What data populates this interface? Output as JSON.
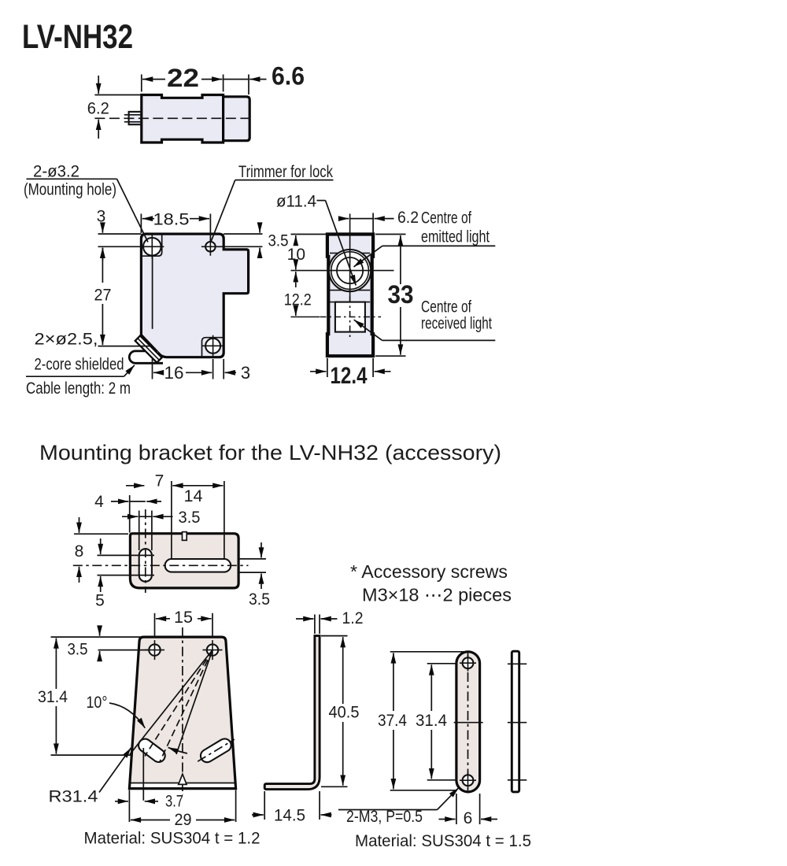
{
  "title": "LV-NH32",
  "section2_title": "Mounting bracket for the LV-NH32 (accessory)",
  "colors": {
    "sensor_fill": "#e9eaf4",
    "bracket_fill": "#ede6e3",
    "hole_fill": "#ffffff",
    "line": "#0a0a0a",
    "text": "#1c1c1c"
  },
  "sensor": {
    "top_view": {
      "dim_body_length": "22",
      "dim_nose_length": "6.6",
      "dim_center_offset": "6.2"
    },
    "side_view": {
      "label_mounting_hole_1": "2-ø3.2",
      "label_mounting_hole_2": "(Mounting hole)",
      "label_trimmer": "Trimmer for lock",
      "dim_hole_top_offset": "3",
      "dim_hole_to_trimmer": "18.5",
      "dim_trimmer_top_offset": "3.5",
      "dim_hole_pitch_v": "27",
      "dim_hole_pitch_h": "16",
      "dim_hole_right_offset": "3",
      "label_cable_1": "2×ø2.5,",
      "label_cable_2": "2-core shielded",
      "label_cable_3": "Cable length: 2 m"
    },
    "front_view": {
      "dim_lens_dia": "ø11.4",
      "dim_lens_offset": "6.2",
      "label_emitted_1": "Centre of",
      "label_emitted_2": "emitted light",
      "dim_lens_top": "10",
      "dim_lens_to_receiver": "12.2",
      "dim_height": "33",
      "label_received_1": "Centre of",
      "label_received_2": "received light",
      "dim_width": "12.4"
    }
  },
  "bracket": {
    "note_line_1": "* Accessory screws",
    "note_line_2": "M3×18 ⋯2 pieces",
    "top_view": {
      "dim_slot_to_slot": "7",
      "dim_slot_length": "14",
      "dim_slot_edge": "4",
      "dim_slot_width_v": "3.5",
      "dim_edge_to_center": "8",
      "dim_vslot_length": "5",
      "dim_slot_width_h": "3.5"
    },
    "front_view": {
      "dim_hole_pitch": "15",
      "dim_hole_top_offset": "3.5",
      "dim_height_to_slot": "31.4",
      "dim_angle": "10°",
      "dim_radius": "R31.4",
      "dim_slot_offset": "3.7",
      "dim_width": "29",
      "material": "Material: SUS304 t = 1.2"
    },
    "side_view": {
      "dim_thickness": "1.2",
      "dim_height": "40.5",
      "dim_depth": "14.5"
    },
    "plate": {
      "dim_length": "37.4",
      "dim_hole_pitch": "31.4",
      "dim_width": "6",
      "label_thread": "2-M3, P=0.5",
      "material": "Material: SUS304 t = 1.5"
    }
  }
}
